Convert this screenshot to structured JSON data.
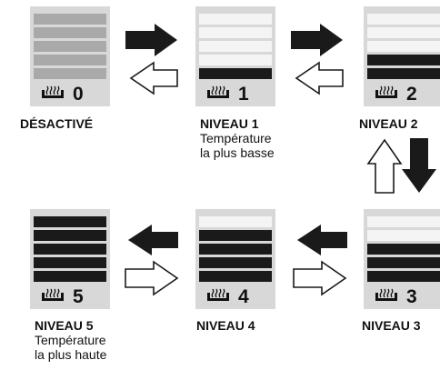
{
  "colors": {
    "panel": "#d8d8d8",
    "stripe_on": "#1a1a1a",
    "stripe_off": "#f4f4f4",
    "stripe_inactive": "#a9a9a9",
    "arrow_dark": "#1a1a1a"
  },
  "levels": [
    {
      "number": "0",
      "active_stripes": 0,
      "title": "DÉSACTIVÉ"
    },
    {
      "number": "1",
      "active_stripes": 1,
      "title": "NIVEAU 1",
      "desc1": "Température",
      "desc2": "la plus basse"
    },
    {
      "number": "2",
      "active_stripes": 2,
      "title": "NIVEAU 2"
    },
    {
      "number": "3",
      "active_stripes": 3,
      "title": "NIVEAU 3"
    },
    {
      "number": "4",
      "active_stripes": 4,
      "title": "NIVEAU 4"
    },
    {
      "number": "5",
      "active_stripes": 5,
      "title": "NIVEAU 5",
      "desc1": "Température",
      "desc2": "la plus haute"
    }
  ],
  "icon": "heating-element-icon"
}
